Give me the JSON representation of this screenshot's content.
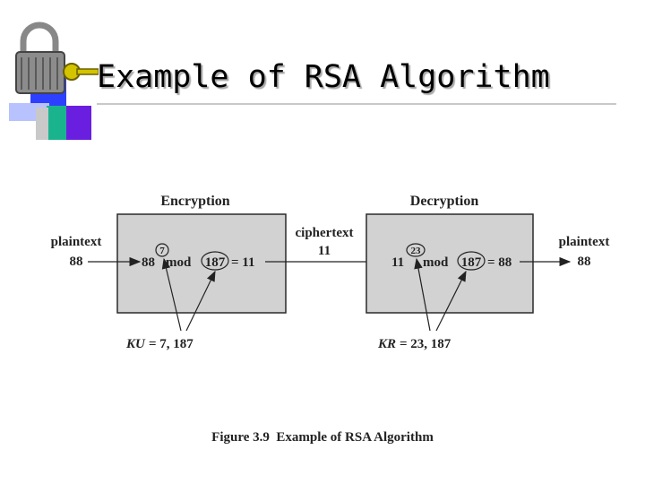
{
  "slide": {
    "title": "Example of RSA Algorithm",
    "caption": "Figure 3.9  Example of RSA Algorithm"
  },
  "diagram": {
    "encryption": {
      "heading": "Encryption",
      "input_label": "plaintext",
      "input_value": "88",
      "expr_base": "88",
      "expr_exponent": "7",
      "expr_mod": "mod",
      "expr_modulus": "187",
      "expr_result": "= 11",
      "key_label": "KU",
      "key_value": "= 7, 187"
    },
    "channel": {
      "label": "ciphertext",
      "value": "11"
    },
    "decryption": {
      "heading": "Decryption",
      "expr_base": "11",
      "expr_exponent": "23",
      "expr_mod": "mod",
      "expr_modulus": "187",
      "expr_result": "= 88",
      "output_label": "plaintext",
      "output_value": "88",
      "key_label": "KR",
      "key_value": "= 23, 187"
    }
  },
  "colors": {
    "box_fill": "#d2d2d2",
    "box_stroke": "#2a2a2a",
    "text": "#222222",
    "logo_purple": "#6a1fe0",
    "logo_blue": "#2040ff",
    "logo_teal": "#19b48e",
    "logo_key": "#c8b400"
  }
}
